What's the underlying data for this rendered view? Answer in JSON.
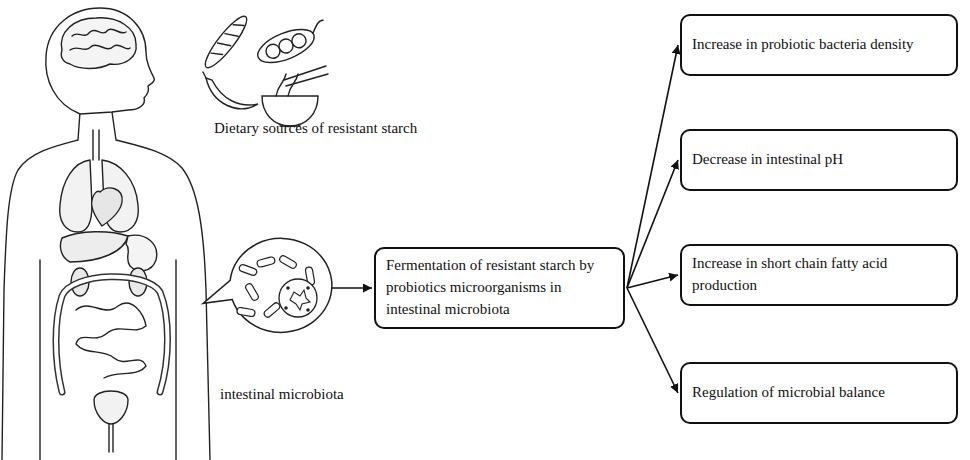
{
  "diagram": {
    "nodes": [
      {
        "text": [
          "intestinal microbiota"
        ]
      },
      {
        "text": [
          "Fermentation of resistant starch by probiotics microorganisms in intestinal microbiota"
        ]
      },
      {
        "text": [
          "Increase in probiotic bacteria density"
        ]
      },
      {
        "text": [
          "Decrease in intestinal pH"
        ]
      },
      {
        "text": [
          "Increase in short chain fatty acid production"
        ]
      },
      {
        "text": [
          "Regulation of microbial balance"
        ]
      }
    ],
    "edges": [
      {
        "from": 0,
        "to": 1,
        "arrow": "to"
      },
      {
        "from": 1,
        "to": 2,
        "arrow": "to"
      },
      {
        "from": 1,
        "to": 3,
        "arrow": "to"
      },
      {
        "from": 1,
        "to": 4,
        "arrow": "to"
      },
      {
        "from": 1,
        "to": 5,
        "arrow": "to"
      }
    ],
    "labels": [
      "Dietary sources of resistant starch"
    ]
  }
}
